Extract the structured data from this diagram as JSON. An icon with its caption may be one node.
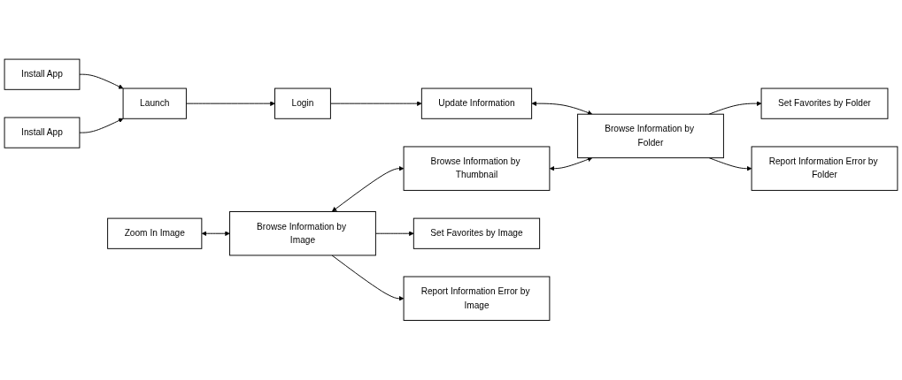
{
  "diagram": {
    "nodes": [
      {
        "text": [
          "Install App"
        ]
      },
      {
        "text": [
          "Launch"
        ]
      },
      {
        "text": [
          "Login"
        ]
      },
      {
        "text": [
          "Update Information"
        ]
      },
      {
        "text": [
          "Install App"
        ]
      },
      {
        "text": [
          "Zoom In Image"
        ]
      },
      {
        "text": [
          "Browse Information by Image"
        ]
      },
      {
        "text": [
          "Browse Information by Thumbnail"
        ]
      },
      {
        "text": [
          "Browse Information by Folder"
        ]
      },
      {
        "text": [
          "Set Favorites by Image"
        ]
      },
      {
        "text": [
          "Report Information Error by Image"
        ]
      },
      {
        "text": [
          "Set Favorites by Folder"
        ]
      },
      {
        "text": [
          "Report Information Error by Folder"
        ]
      }
    ],
    "edges": [
      {
        "from": 0,
        "to": 1,
        "arrow": "to"
      },
      {
        "from": 4,
        "to": 1,
        "arrow": "to"
      },
      {
        "from": 1,
        "to": 2,
        "arrow": "to"
      },
      {
        "from": 2,
        "to": 3,
        "arrow": "to"
      },
      {
        "from": 3,
        "to": 8,
        "arrow": "both"
      },
      {
        "from": 5,
        "to": 6,
        "arrow": "both"
      },
      {
        "from": 6,
        "to": 7,
        "arrow": "both"
      },
      {
        "from": 7,
        "to": 8,
        "arrow": "both"
      },
      {
        "from": 6,
        "to": 9,
        "arrow": "to"
      },
      {
        "from": 6,
        "to": 10,
        "arrow": "to"
      },
      {
        "from": 8,
        "to": 11,
        "arrow": "to"
      },
      {
        "from": 8,
        "to": 12,
        "arrow": "to"
      }
    ]
  }
}
